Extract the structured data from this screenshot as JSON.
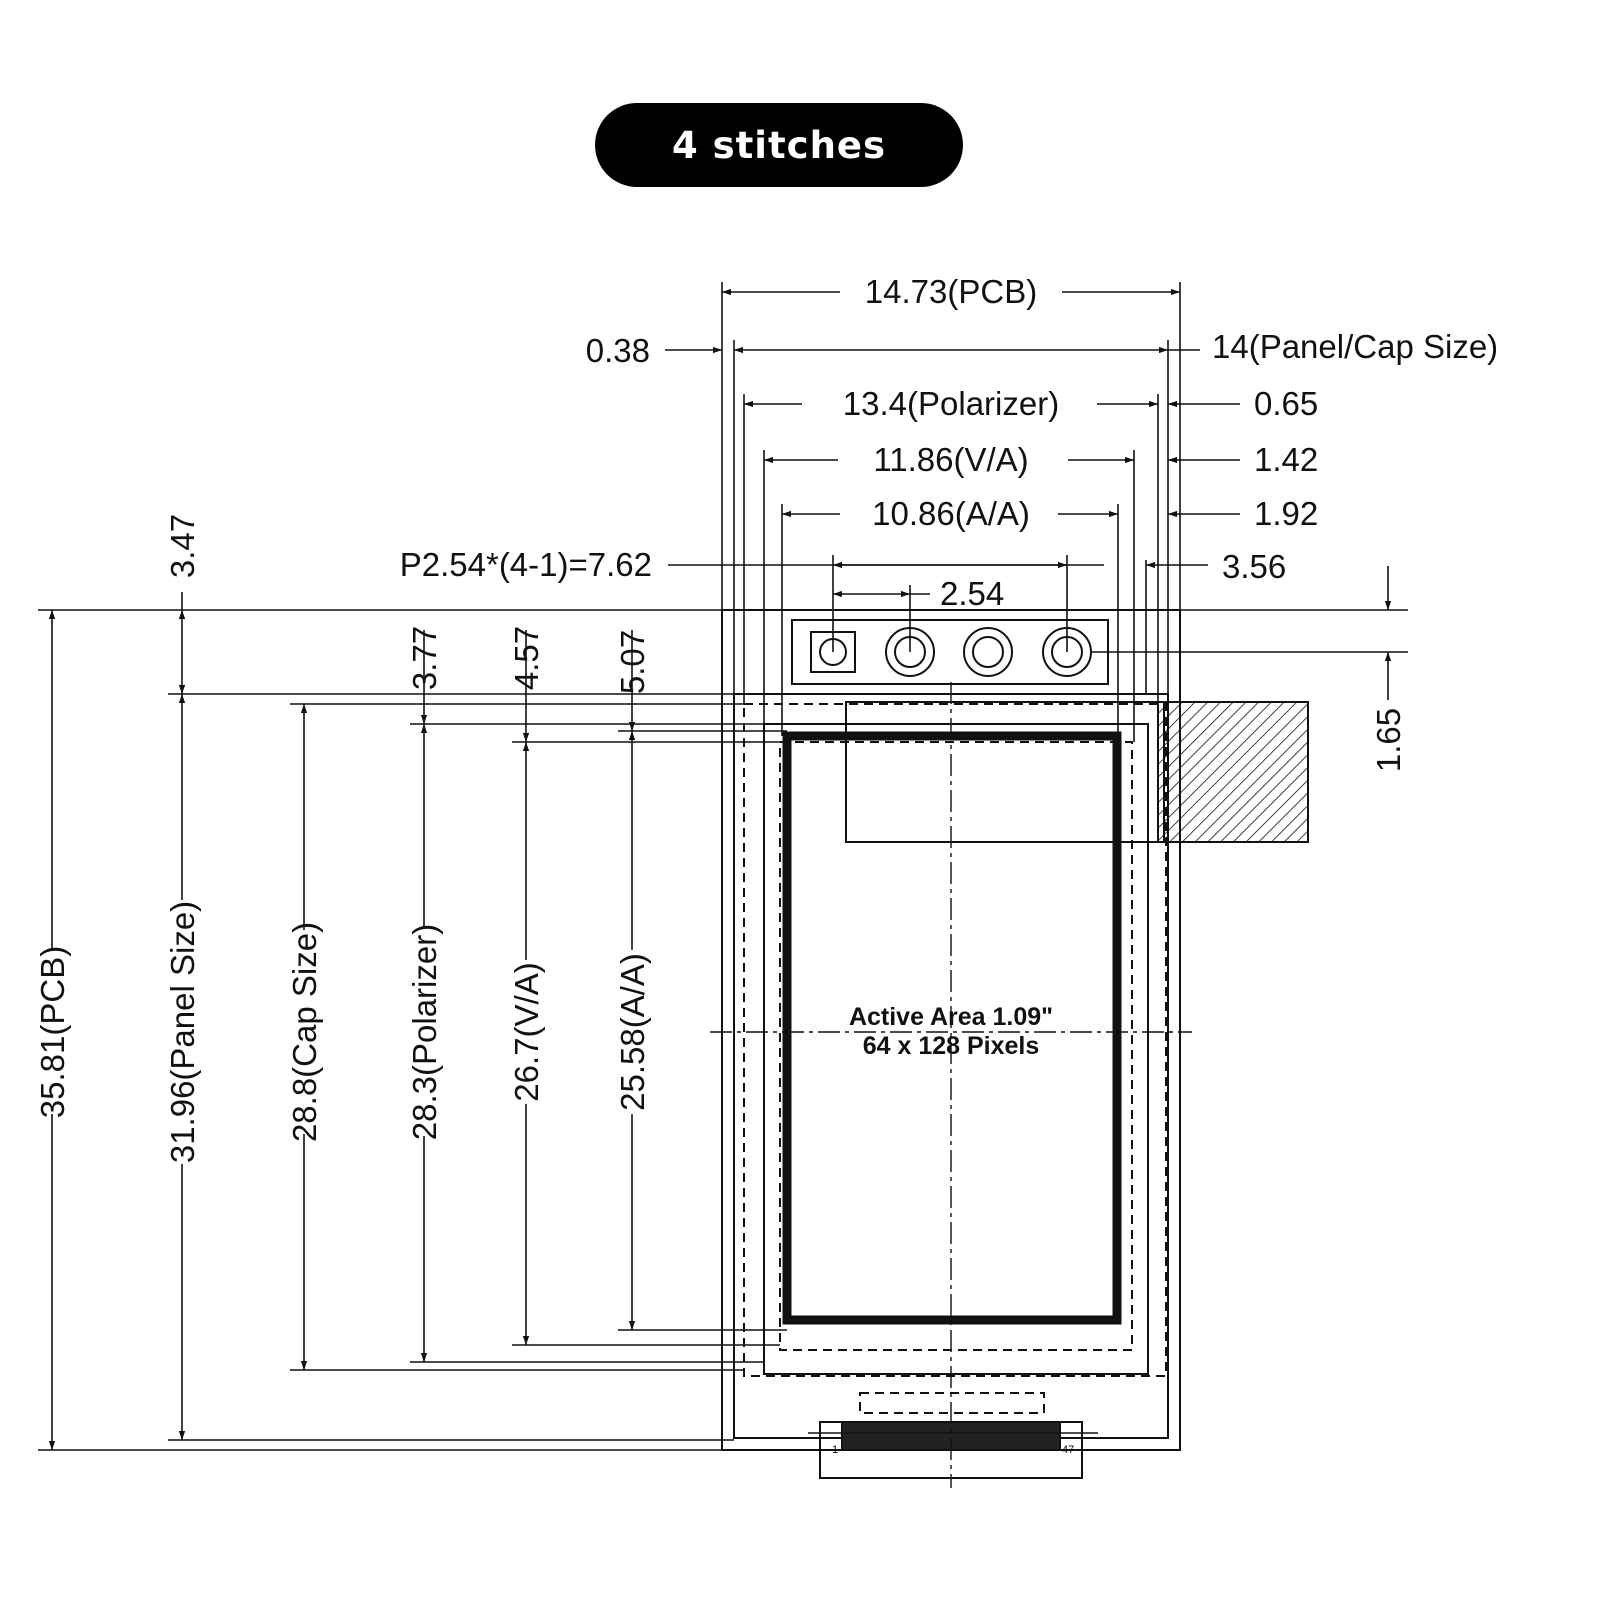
{
  "badge": {
    "text": "4 stitches"
  },
  "drawing": {
    "widths": {
      "pcb": "14.73(PCB)",
      "panel_cap": "14(Panel/Cap Size)",
      "edge_038": "0.38",
      "polarizer": "13.4(Polarizer)",
      "edge_065": "0.65",
      "va": "11.86(V/A)",
      "edge_142": "1.42",
      "aa": "10.86(A/A)",
      "edge_192": "1.92",
      "pitch_formula": "P2.54*(4-1)=7.62",
      "edge_356": "3.56",
      "pitch": "2.54"
    },
    "heights": {
      "pcb": "35.81(PCB)",
      "panel": "31.96(Panel  Size)",
      "cap": "28.8(Cap Size)",
      "polarizer": "28.3(Polarizer)",
      "va": "26.7(V/A)",
      "aa": "25.58(A/A)",
      "top_347": "3.47",
      "top_377": "3.77",
      "top_457": "4.57",
      "top_507": "5.07",
      "pin_165": "1.65"
    },
    "active_area": {
      "line1": "Active Area 1.09\"",
      "line2": "64 x 128 Pixels"
    },
    "fpc_pins": {
      "first": "1",
      "last": "47"
    }
  }
}
